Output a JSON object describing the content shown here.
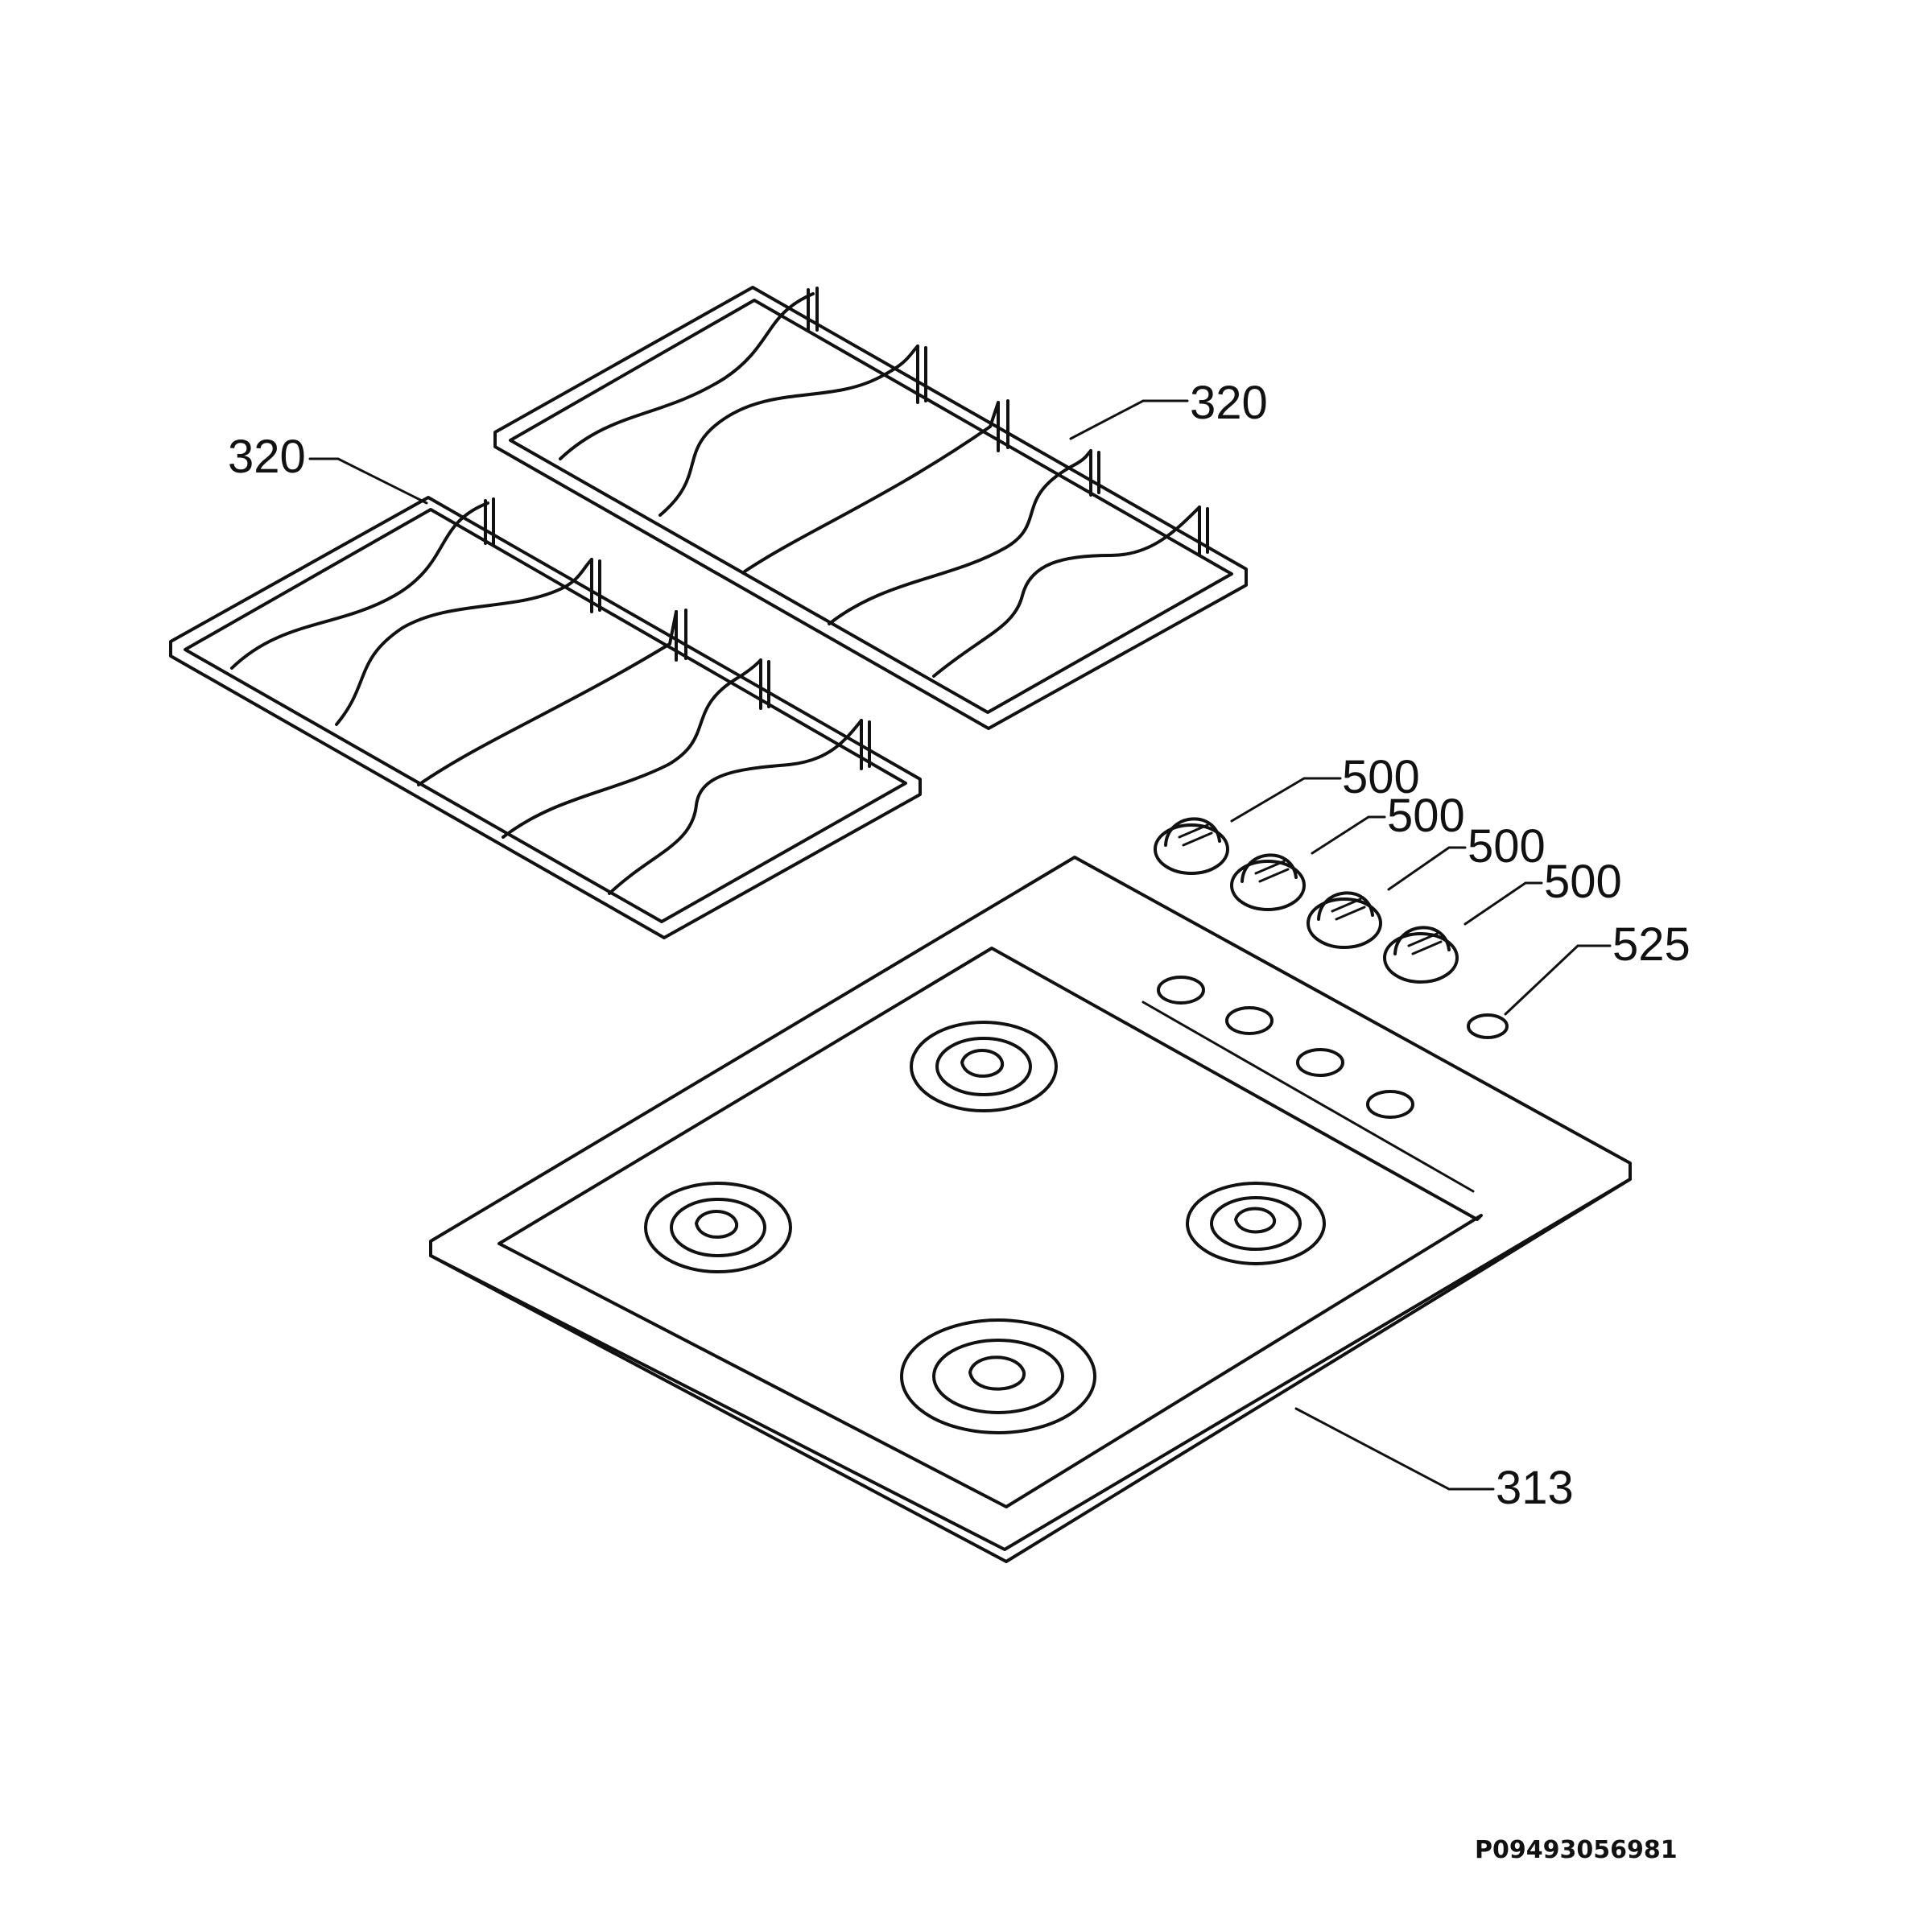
{
  "labels": {
    "grid_left": "320",
    "grid_right": "320",
    "knob_1": "500",
    "knob_2": "500",
    "knob_3": "500",
    "knob_4": "500",
    "knob_cap": "525",
    "hob_top": "313"
  },
  "drawing_code": "P09493056981",
  "colors": {
    "line": "#111111",
    "background": "#ffffff"
  }
}
